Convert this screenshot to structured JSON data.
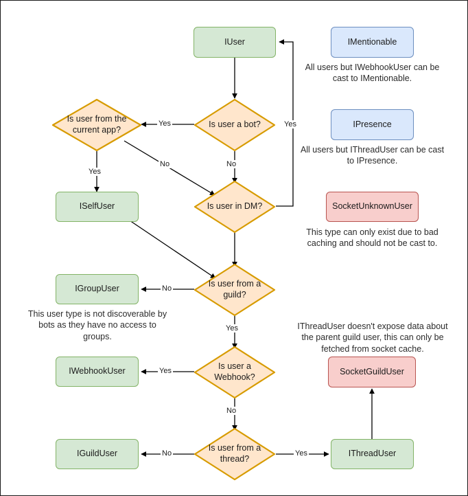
{
  "diagram": {
    "title": "Discord.Net user type resolution flowchart",
    "colors": {
      "green_fill": "#d5e8d4",
      "green_border": "#82b366",
      "blue_fill": "#dae8fc",
      "blue_border": "#6c8ebf",
      "red_fill": "#f8cecc",
      "red_border": "#b85450",
      "orange_fill": "#ffe6cc",
      "orange_border": "#d79b00",
      "edge_color": "#000000",
      "canvas_border": "#1a1a1a"
    }
  },
  "nodes": {
    "iuser": "IUser",
    "is_bot": "Is user a bot?",
    "is_current_app": "Is user from the current app?",
    "is_dm": "Is user in DM?",
    "iselfuser": "ISelfUser",
    "is_guild": "Is user from a guild?",
    "igroupuser": "IGroupUser",
    "is_webhook": "Is user a Webhook?",
    "iwebhookuser": "IWebhookUser",
    "is_thread": "Is user from a thread?",
    "iguilduser": "IGuildUser",
    "ithreaduser": "IThreadUser",
    "socketguilduser": "SocketGuildUser",
    "imentionable": "IMentionable",
    "ipresence": "IPresence",
    "socketunknownuser": "SocketUnknownUser"
  },
  "notes": {
    "imentionable": "All users but IWebhookUser can be cast to IMentionable.",
    "ipresence": "All users but IThreadUser can be cast to IPresence.",
    "socketunknownuser": "This type can only exist due to bad caching and should not be cast to.",
    "igroupuser": "This user type is not discoverable by bots as they have no access to groups.",
    "ithreaduser": "IThreadUser doesn't expose data about the parent guild user, this can only be fetched from socket cache."
  },
  "edge_labels": {
    "bot_yes": "Yes",
    "bot_no": "No",
    "dm_yes": "Yes",
    "app_yes": "Yes",
    "app_no": "No",
    "guild_no": "No",
    "guild_yes": "Yes",
    "webhook_yes": "Yes",
    "webhook_no": "No",
    "thread_no": "No",
    "thread_yes": "Yes"
  }
}
